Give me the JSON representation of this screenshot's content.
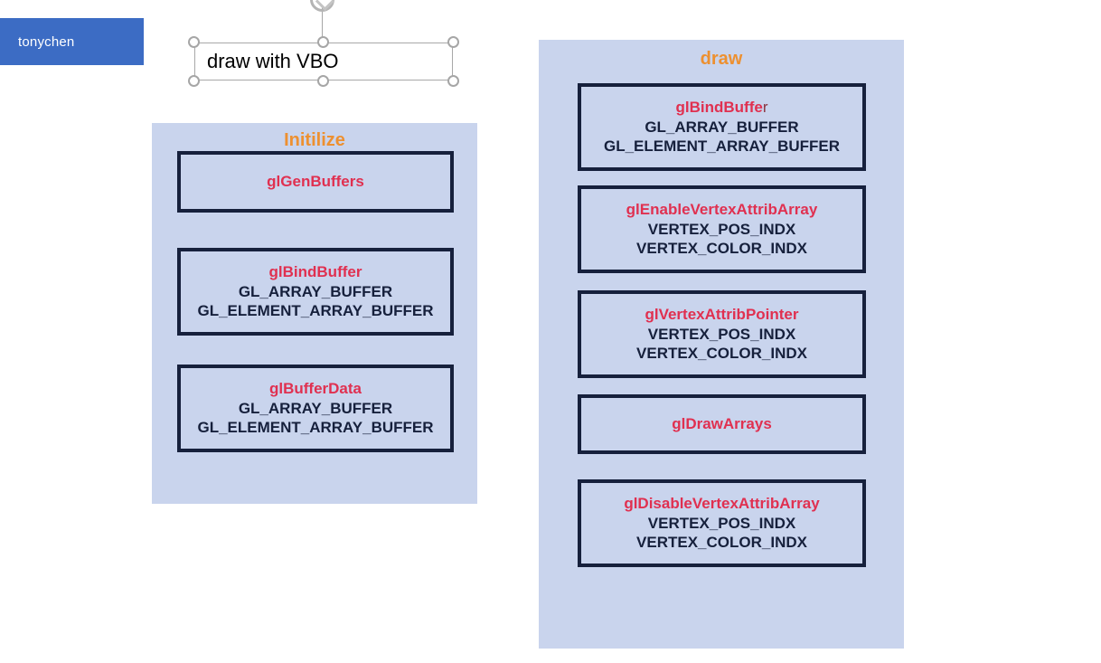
{
  "watermark": {
    "username": "tonychen"
  },
  "title_textbox": {
    "text": "draw with VBO",
    "selected": true,
    "handles": [
      "top-left",
      "top-middle",
      "top-right",
      "bottom-left",
      "bottom-middle",
      "bottom-right"
    ],
    "rotate_handle": "rotate-icon"
  },
  "colors": {
    "panel_background": "#c9d4ed",
    "box_border": "#16203c",
    "panel_title": "#ed9030",
    "function_name": "#e03050",
    "argument_text": "#16203c",
    "badge_background": "#3c6cc4",
    "canvas_background": "#ffffff"
  },
  "panels": [
    {
      "id": "initilize",
      "title": "Initilize",
      "steps": [
        {
          "name": "glGenBuffers",
          "name_tail": "",
          "args": []
        },
        {
          "name": "glBindBuffer",
          "name_tail": "",
          "args": [
            "GL_ARRAY_BUFFER",
            "GL_ELEMENT_ARRAY_BUFFER"
          ]
        },
        {
          "name": "glBufferData",
          "name_tail": "",
          "args": [
            "GL_ARRAY_BUFFER",
            "GL_ELEMENT_ARRAY_BUFFER"
          ]
        }
      ]
    },
    {
      "id": "draw",
      "title": "draw",
      "steps": [
        {
          "name": "glBindBuffe",
          "name_tail": "r",
          "args": [
            "GL_ARRAY_BUFFER",
            "GL_ELEMENT_ARRAY_BUFFER"
          ]
        },
        {
          "name": "glEnableVertexAttribArray",
          "name_tail": "",
          "args": [
            "VERTEX_POS_INDX",
            "VERTEX_COLOR_INDX"
          ]
        },
        {
          "name": "glVertexAttribPointer",
          "name_tail": "",
          "args": [
            "VERTEX_POS_INDX",
            "VERTEX_COLOR_INDX"
          ]
        },
        {
          "name": "glDrawArrays",
          "name_tail": "",
          "args": []
        },
        {
          "name": "glDisableVertexAttribArray",
          "name_tail": "",
          "args": [
            "VERTEX_POS_INDX",
            "VERTEX_COLOR_INDX"
          ]
        }
      ]
    }
  ]
}
